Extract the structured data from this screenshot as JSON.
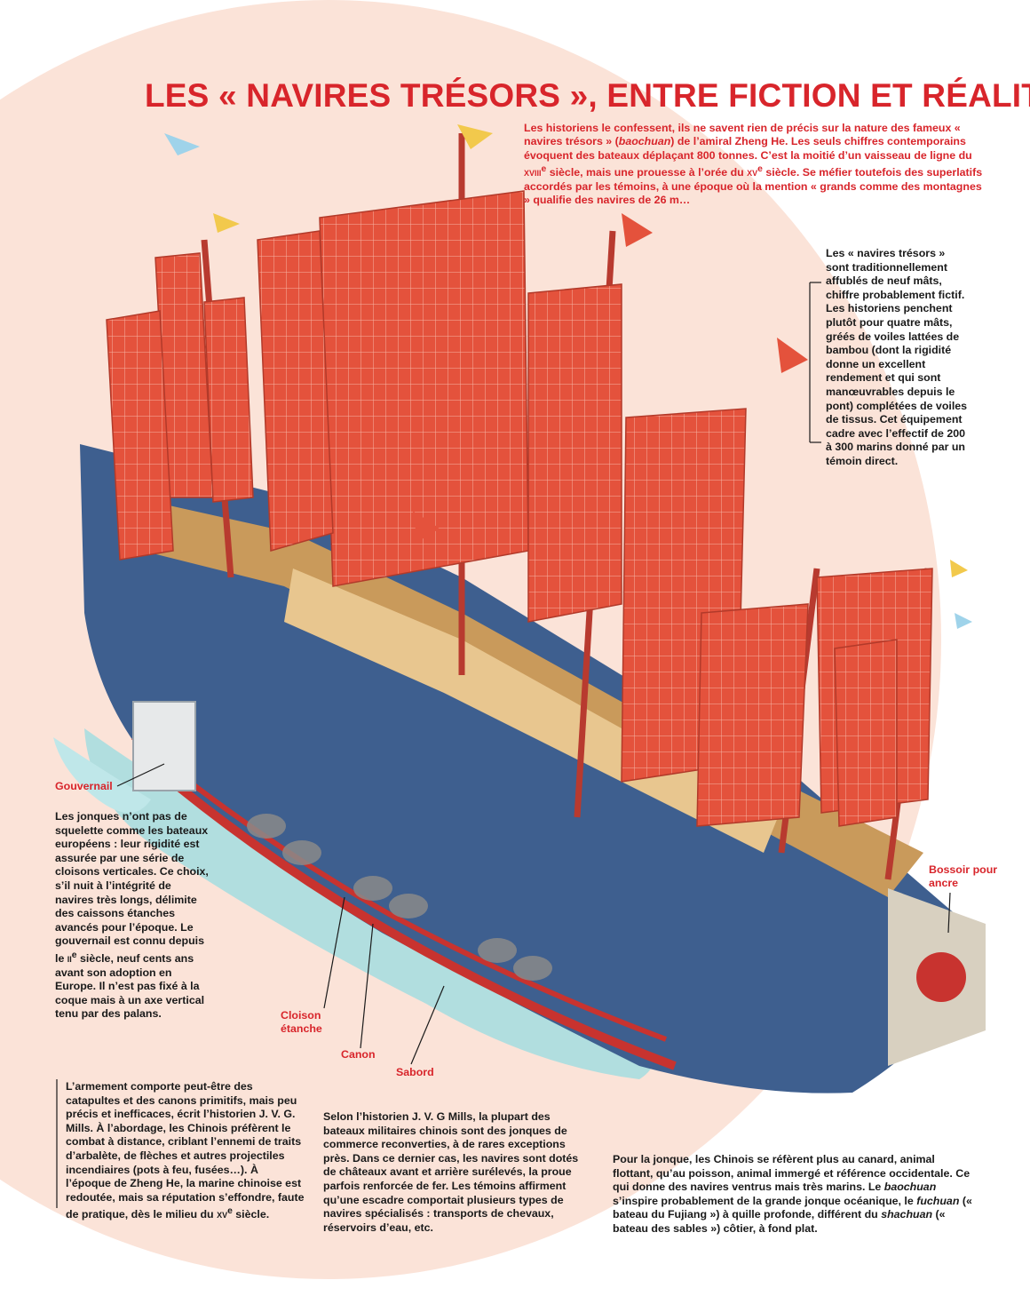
{
  "title": "LES « NAVIRES TRÉSORS », ENTRE FICTION ET RÉALITÉ",
  "intro": {
    "t1": "Les historiens le confessent, ils ne savent rien de précis sur la nature des fameux « navires trésors » (",
    "t2": "baochuan",
    "t3": ") de l’amiral Zheng He. Les seuls chiffres contemporains évoquent des bateaux déplaçant 800 tonnes. C’est la moitié d’un vaisseau de ligne du ",
    "t4": "xviii",
    "t5": "e",
    "t6": " siècle, mais une prouesse à l’orée du ",
    "t7": "xv",
    "t8": "e",
    "t9": " siècle. Se méfier toutefois des superlatifs accordés par les témoins, à une époque où la mention « grands comme des montagnes » qualifie des navires de 26 m…"
  },
  "masts": "Les « navires trésors » sont traditionnellement affublés de neuf mâts, chiffre probablement fictif. Les historiens penchent plutôt pour quatre mâts, gréés de voiles lattées de bambou (dont la rigidité donne un excellent rendement et qui sont manœuvrables depuis le pont) complétées de voiles de tissus. Cet équipement cadre avec l’effectif de 200 à 300 marins donné par un témoin direct.",
  "labels": {
    "rudder": "Gouvernail",
    "bulkhead": "Cloison étanche",
    "cannon": "Canon",
    "port": "Sabord",
    "davit": "Bossoir pour ancre"
  },
  "structure": {
    "t1": "Les jonques n’ont pas de squelette comme les bateaux européens : leur rigidité est assurée par une série de cloisons verticales. Ce choix, s’il nuit à l’intégrité de navires très longs, délimite des caissons étanches avancés pour l’époque. Le gouvernail est connu depuis le ",
    "t2": "ii",
    "t3": "e",
    "t4": " siècle, neuf cents ans avant son adoption en Europe. Il n’est pas fixé à la coque mais à un axe vertical tenu par des palans."
  },
  "armament": {
    "t1": "L’armement comporte peut-être des catapultes et des canons primitifs, mais peu précis et inefficaces, écrit l’historien J. V. G. Mills. À l’abordage, les Chinois préfèrent le combat à distance, criblant l’ennemi de traits d’arbalète, de flèches et autres projectiles incendiaires (pots à feu, fusées…). À l’époque de Zheng He, la marine chinoise est redoutée, mais sa réputation s’effondre, faute de pratique, dès le milieu du ",
    "t2": "xv",
    "t3": "e",
    "t4": " siècle."
  },
  "military": "Selon l’historien J. V. G Mills, la plupart des bateaux militaires chinois sont des jonques de commerce reconverties, à de rares exceptions près. Dans ce dernier cas, les navires sont dotés de châteaux avant et arrière surélevés, la proue parfois renforcée de fer. Les témoins affirment qu’une escadre comportait plusieurs types de navires spécialisés : transports de chevaux, réservoirs d’eau, etc.",
  "junk": {
    "t1": "Pour la jonque, les Chinois se réfèrent plus au canard, animal flottant, qu’au poisson, animal immergé et référence occidentale. Ce qui donne des navires ventrus mais très marins. Le ",
    "t2": "baochuan",
    "t3": " s’inspire probablement de la grande jonque océanique, le ",
    "t4": "fuchuan",
    "t5": " (« bateau du Fujiang ») à quille profonde, différent du ",
    "t6": "shachuan",
    "t7": " (« bateau des sables ») côtier, à fond plat."
  },
  "colors": {
    "accent": "#d8252b",
    "background_shape": "#fbe3d8",
    "sail": "#e4523c",
    "hull": "#3e5f8f",
    "wood": "#c99a5b",
    "water": "#a8dde0"
  }
}
